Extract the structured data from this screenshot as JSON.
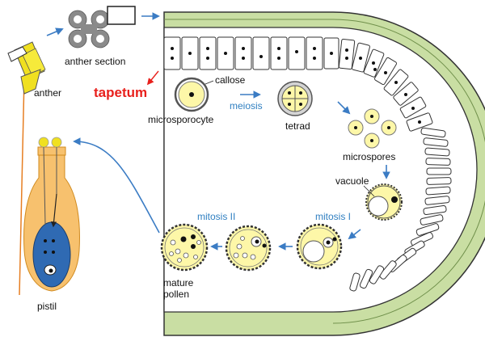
{
  "labels": {
    "anther": "anther",
    "anther_section": "anther section",
    "tapetum": "tapetum",
    "callose": "callose",
    "microsporocyte": "microsporocyte",
    "meiosis": "meiosis",
    "tetrad": "tetrad",
    "microspores": "microspores",
    "vacuole": "vacuole",
    "mitosis_I": "mitosis I",
    "mitosis_II": "mitosis II",
    "mature_pollen_line1": "mature",
    "mature_pollen_line2": "pollen",
    "pistil": "pistil"
  },
  "colors": {
    "green_wall": "#c9dea3",
    "pollen_yellow": "#fdf7a8",
    "anther_yellow": "#f0e020",
    "pistil_orange": "#f7c16e",
    "ovary_blue": "#2f6ab3",
    "arrow_blue": "#3b7cc4",
    "tapetum_red": "#e8201c",
    "label_blue": "#2f7fc1"
  }
}
